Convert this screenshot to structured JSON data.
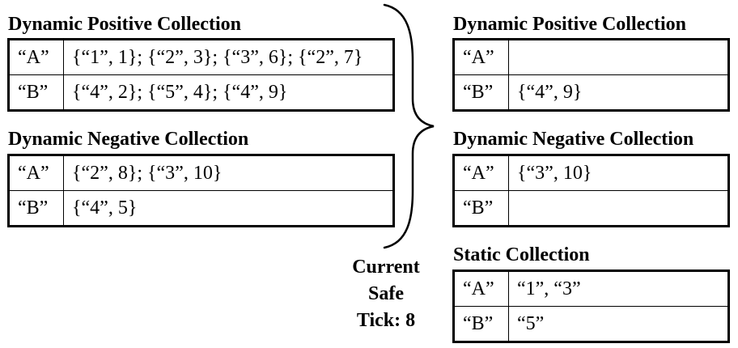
{
  "left": {
    "positive": {
      "title": "Dynamic Positive Collection",
      "rows": [
        {
          "key": "“A”",
          "value": "{“1”, 1}; {“2”, 3}; {“3”, 6}; {“2”, 7}"
        },
        {
          "key": "“B”",
          "value": "{“4”, 2}; {“5”, 4}; {“4”, 9}"
        }
      ]
    },
    "negative": {
      "title": "Dynamic Negative Collection",
      "rows": [
        {
          "key": "“A”",
          "value": "{“2”, 8}; {“3”, 10}"
        },
        {
          "key": "“B”",
          "value": "{“4”, 5}"
        }
      ]
    }
  },
  "right": {
    "positive": {
      "title": "Dynamic Positive Collection",
      "rows": [
        {
          "key": "“A”",
          "value": ""
        },
        {
          "key": "“B”",
          "value": "{“4”, 9}"
        }
      ]
    },
    "negative": {
      "title": "Dynamic Negative Collection",
      "rows": [
        {
          "key": "“A”",
          "value": "{“3”, 10}"
        },
        {
          "key": "“B”",
          "value": ""
        }
      ]
    },
    "static": {
      "title": "Static Collection",
      "rows": [
        {
          "key": "“A”",
          "value": "“1”, “3”"
        },
        {
          "key": "“B”",
          "value": "“5”"
        }
      ]
    }
  },
  "tick": {
    "line1": "Current",
    "line2": "Safe",
    "line3": "Tick: 8"
  }
}
